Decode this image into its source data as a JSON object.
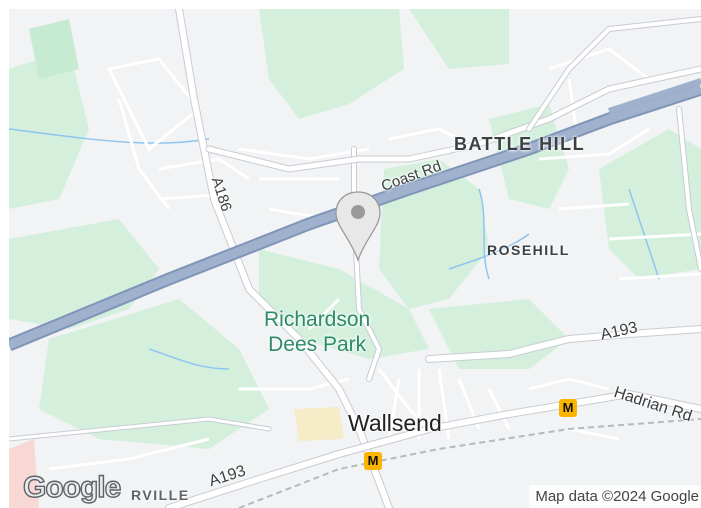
{
  "map": {
    "areas": {
      "battle_hill": "BATTLE HILL",
      "rosehill": "ROSEHILL",
      "partial_area": "RVILLE"
    },
    "park": {
      "line1": "Richardson",
      "line2": "Dees Park"
    },
    "town": "Wallsend",
    "roads": {
      "coast_rd": "Coast Rd",
      "a186": "A186",
      "a193_east": "A193",
      "a193_south": "A193",
      "hadrian": "Hadrian Rd"
    },
    "metro_symbol": "M",
    "pin": {
      "icon": "location-pin-icon"
    },
    "colors": {
      "land": "#f1f3f4",
      "green": "#d4f0dd",
      "motorway": "#8aa0c0",
      "road": "#ffffff",
      "road_outline": "#c8ccd2",
      "water": "#8ec5f0",
      "park_text": "#2e8b6a",
      "metro": "#fbb400"
    }
  },
  "branding": {
    "logo": "Google"
  },
  "attribution": "Map data ©2024 Google"
}
